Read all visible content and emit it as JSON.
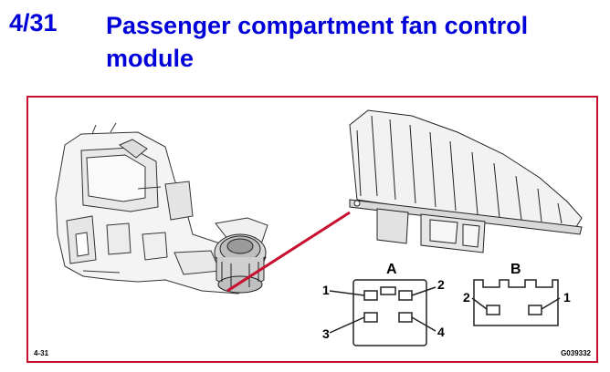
{
  "header": {
    "section_number": "4/31",
    "title": "Passenger compartment fan control module"
  },
  "figure": {
    "ref_left": "4-31",
    "ref_right": "G039332",
    "connector_a": {
      "label": "A",
      "pins": [
        "1",
        "2",
        "3",
        "4"
      ]
    },
    "connector_b": {
      "label": "B",
      "pins": [
        "2",
        "1"
      ]
    },
    "colors": {
      "title": "#0000d8",
      "frame": "#c8102e",
      "pointer": "#c8102e"
    }
  }
}
